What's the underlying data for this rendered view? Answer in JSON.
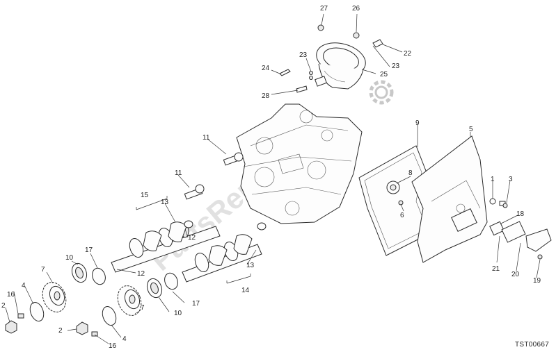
{
  "watermark_text": "PartsRepublik",
  "diagram_code": "TST00667",
  "callouts": [
    "27",
    "26",
    "22",
    "23",
    "25",
    "24",
    "23",
    "28",
    "9",
    "5",
    "11",
    "11",
    "8",
    "1",
    "3",
    "15",
    "13",
    "6",
    "18",
    "12",
    "17",
    "10",
    "7",
    "12",
    "13",
    "21",
    "20",
    "19",
    "16",
    "4",
    "2",
    "14",
    "17",
    "10",
    "7",
    "2",
    "4",
    "16"
  ]
}
